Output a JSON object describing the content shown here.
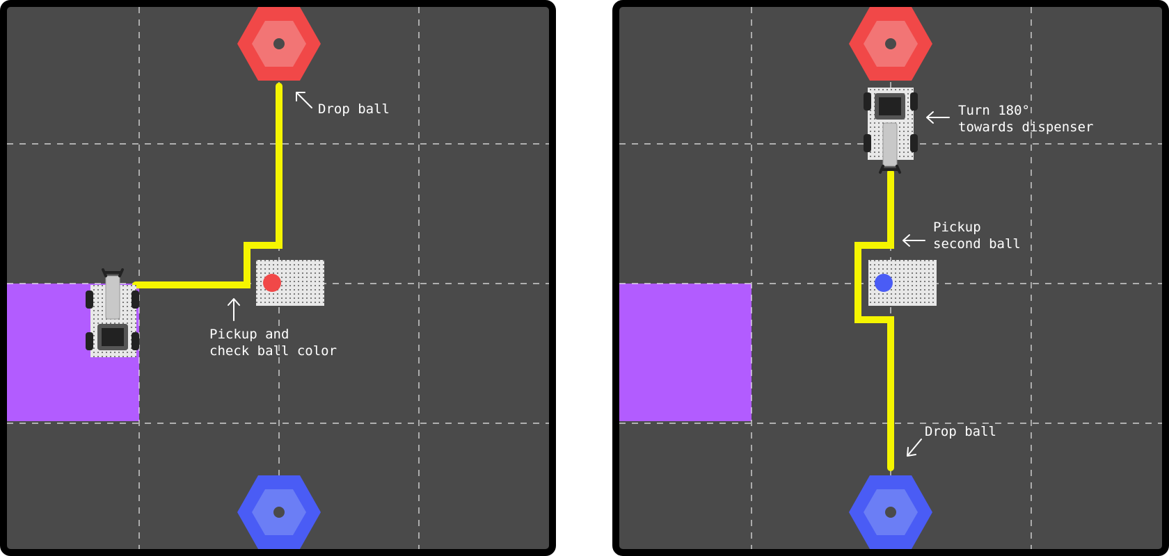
{
  "panels": [
    {
      "id": "left",
      "annotations": {
        "drop": "Drop ball",
        "pickup_line1": "Pickup and",
        "pickup_line2": "check ball color"
      },
      "ball_color": "#f14848"
    },
    {
      "id": "right",
      "annotations": {
        "turn_line1": "Turn 180°",
        "turn_line2": "towards dispenser",
        "pickup_line1": "Pickup",
        "pickup_line2": "second ball",
        "drop": "Drop ball"
      },
      "ball_color": "#4a5cf5"
    }
  ],
  "colors": {
    "field": "#4a4a4a",
    "border": "#000000",
    "path": "#f5f500",
    "start_zone": "#b25cff",
    "red_goal": "#f14848",
    "red_goal_inner": "#f27575",
    "blue_goal": "#4a5cf5",
    "blue_goal_inner": "#6b7ef5"
  },
  "icons": [
    "hexagon-goal-icon",
    "robot-icon",
    "ball-dispenser-icon"
  ]
}
